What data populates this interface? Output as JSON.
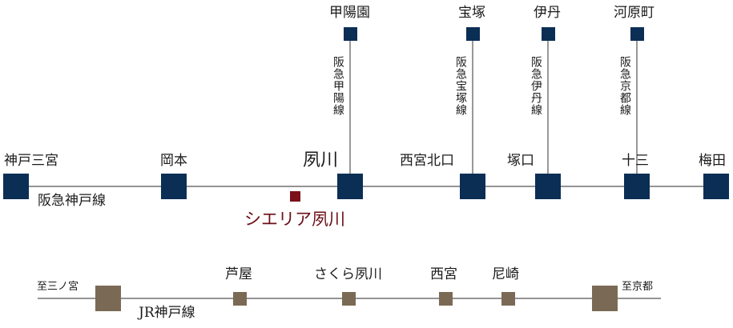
{
  "colors": {
    "hankyu": "#0b2e55",
    "jr": "#7a6a55",
    "highlight": "#7a1018",
    "line": "#555555"
  },
  "hankyu": {
    "line_name": "阪急神戸線",
    "stations": [
      "神戸三宮",
      "岡本",
      "夙川",
      "西宮北口",
      "塚口",
      "十三",
      "梅田"
    ],
    "branches": [
      {
        "terminal": "甲陽園",
        "line": "阪急甲陽線"
      },
      {
        "terminal": "宝塚",
        "line": "阪急宝塚線"
      },
      {
        "terminal": "伊丹",
        "line": "阪急伊丹線"
      },
      {
        "terminal": "河原町",
        "line": "阪急京都線"
      }
    ],
    "property": "シエリア夙川"
  },
  "jr": {
    "line_name": "JR神戸線",
    "west_end": "至三ノ宮",
    "east_end": "至京都",
    "stations": [
      "芦屋",
      "さくら夙川",
      "西宮",
      "尼崎"
    ]
  }
}
